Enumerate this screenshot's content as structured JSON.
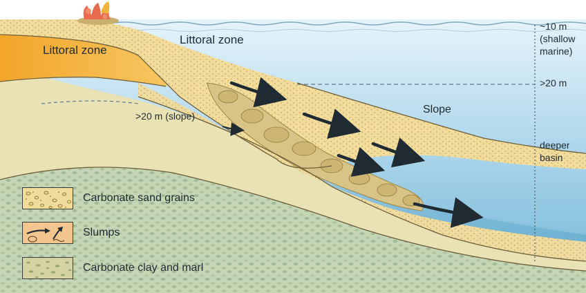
{
  "labels": {
    "littoral_left": "Littoral zone",
    "littoral_top": "Littoral zone",
    "slope_depth": ">20 m (slope)",
    "slope": "Slope"
  },
  "depth_scale": {
    "shallow_value": "~10 m",
    "shallow_note_1": "(shallow",
    "shallow_note_2": "marine)",
    "mid_value": ">20 m",
    "deep_1": "deeper",
    "deep_2": "basin"
  },
  "legend": [
    {
      "label": "Carbonate sand grains",
      "swatch": "sand"
    },
    {
      "label": "Slumps",
      "swatch": "slumps"
    },
    {
      "label": "Carbonate clay and marl",
      "swatch": "marl"
    }
  ],
  "colors": {
    "water_light": "#cfe6f2",
    "water_deep": "#6fb3d4",
    "sand": "#f1dc9c",
    "littoral_orange": "#f0b43c",
    "slump": "#d9c487",
    "marl": "#c9cc9a",
    "arrow": "#1f2a33"
  },
  "icons": [
    "coral-icon",
    "flow-arrow-icon"
  ]
}
